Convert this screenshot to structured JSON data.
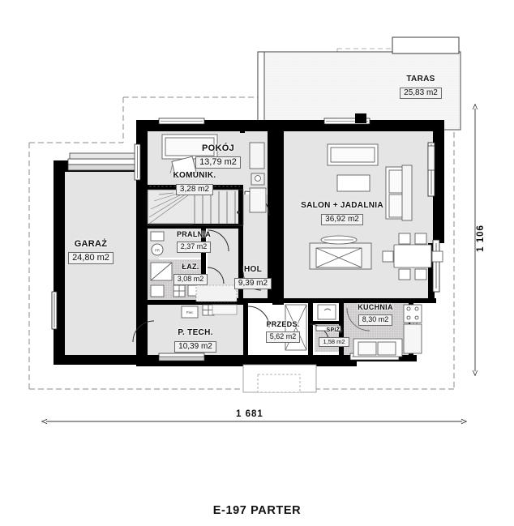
{
  "sheet": {
    "title": "E-197 PARTER",
    "unit_suffix": "m2"
  },
  "dimensions": {
    "width_label": "1 681",
    "height_label": "1 106"
  },
  "rooms": [
    {
      "key": "garaz",
      "name": "GARAŻ",
      "area": "24,80 m2"
    },
    {
      "key": "pokoj",
      "name": "POKÓJ",
      "area": "13,79 m2"
    },
    {
      "key": "komunik",
      "name": "KOMUNIK.",
      "area": "3,28 m2"
    },
    {
      "key": "pralnia",
      "name": "PRALNIA",
      "area": "2,37 m2"
    },
    {
      "key": "lazienka",
      "name": "ŁAZ.",
      "area": "3,08 m2"
    },
    {
      "key": "ptech",
      "name": "P. TECH.",
      "area": "10,39 m2"
    },
    {
      "key": "hol",
      "name": "HOL",
      "area": "9,39 m2"
    },
    {
      "key": "przeds",
      "name": "PRZEDS.",
      "area": "5,62 m2"
    },
    {
      "key": "spiz",
      "name": "SPIŻ.",
      "area": "1,58 m2"
    },
    {
      "key": "kuchnia",
      "name": "KUCHNIA",
      "area": "8,30 m2"
    },
    {
      "key": "salon",
      "name": "SALON + JADALNIA",
      "area": "36,92 m2"
    },
    {
      "key": "taras",
      "name": "TARAS",
      "area": "25,83 m2"
    }
  ],
  "colors": {
    "wall": "#000000",
    "floor": "#e4e4e4",
    "floor_light": "#ededed",
    "wet_room": "#d8d5d6",
    "furniture_fill": "#ffffff",
    "furniture_stroke": "#555555",
    "dashed_outline": "#7a7a7a",
    "dim_line": "#3a3a3a",
    "paper": "#ffffff"
  }
}
